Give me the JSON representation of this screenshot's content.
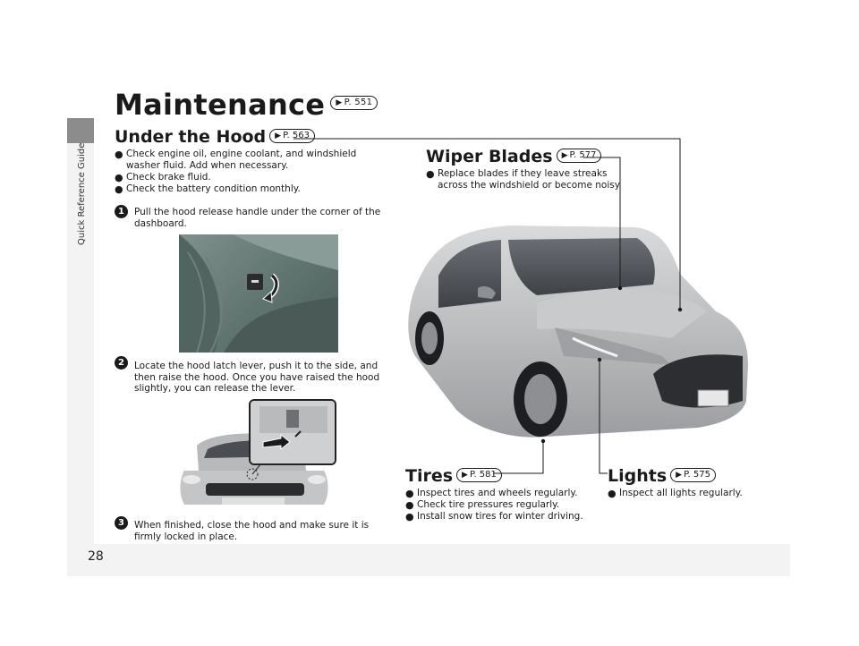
{
  "side_label": "Quick Reference Guide",
  "page_number": "28",
  "title": {
    "text": "Maintenance",
    "ref": "P. 551"
  },
  "under_hood": {
    "title": "Under the Hood",
    "ref": "P. 563",
    "bullets": [
      "Check engine oil, engine coolant, and windshield washer fluid. Add when necessary.",
      "Check brake fluid.",
      "Check the battery condition monthly."
    ],
    "steps": [
      {
        "num": "1",
        "text": "Pull the hood release handle under the corner of the dashboard."
      },
      {
        "num": "2",
        "text": "Locate the hood latch lever, push it to the side, and then raise the hood. Once you have raised the hood slightly, you can release the lever."
      },
      {
        "num": "3",
        "text": "When finished, close the hood and make sure it is firmly locked in place."
      }
    ]
  },
  "wiper_blades": {
    "title": "Wiper Blades",
    "ref": "P. 577",
    "bullets": [
      "Replace blades if they leave streaks across the windshield or become noisy."
    ]
  },
  "tires": {
    "title": "Tires",
    "ref": "P. 581",
    "bullets": [
      "Inspect tires and wheels regularly.",
      "Check tire pressures regularly.",
      "Install snow tires for winter driving."
    ]
  },
  "lights": {
    "title": "Lights",
    "ref": "P. 575",
    "bullets": [
      "Inspect all lights regularly."
    ]
  },
  "icons": {
    "bullet": "●",
    "ref_arrow": "▶"
  },
  "colors": {
    "ink": "#1a1a1a",
    "car_silver": "#b9babc",
    "tab_gray": "#8c8c8c"
  }
}
